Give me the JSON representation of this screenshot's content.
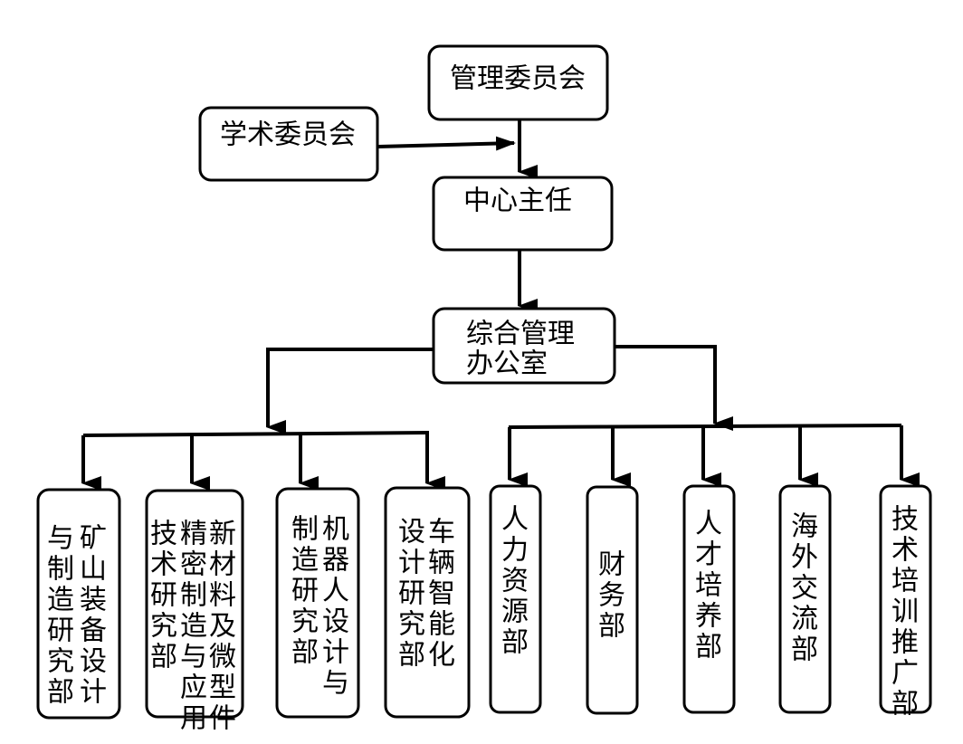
{
  "nodes": {
    "management_committee": "管理委员会",
    "academic_committee": "学术委员会",
    "center_director": "中心主任",
    "general_office": [
      "综合管理",
      "办公室"
    ],
    "dept_mining": [
      "矿山装备设计",
      "与制造研究部"
    ],
    "dept_materials": [
      "新材料及微型件",
      "精密制造与应用",
      "技术研究部"
    ],
    "dept_robot": [
      "机器人设计与",
      "制造研究部"
    ],
    "dept_vehicle": [
      "车辆智能化",
      "设计研究部"
    ],
    "dept_hr": [
      "人力资源部"
    ],
    "dept_finance": [
      "财务部"
    ],
    "dept_talent": [
      "人才培养部"
    ],
    "dept_overseas": [
      "海外交流部"
    ],
    "dept_training": [
      "技术培训推广部"
    ]
  }
}
